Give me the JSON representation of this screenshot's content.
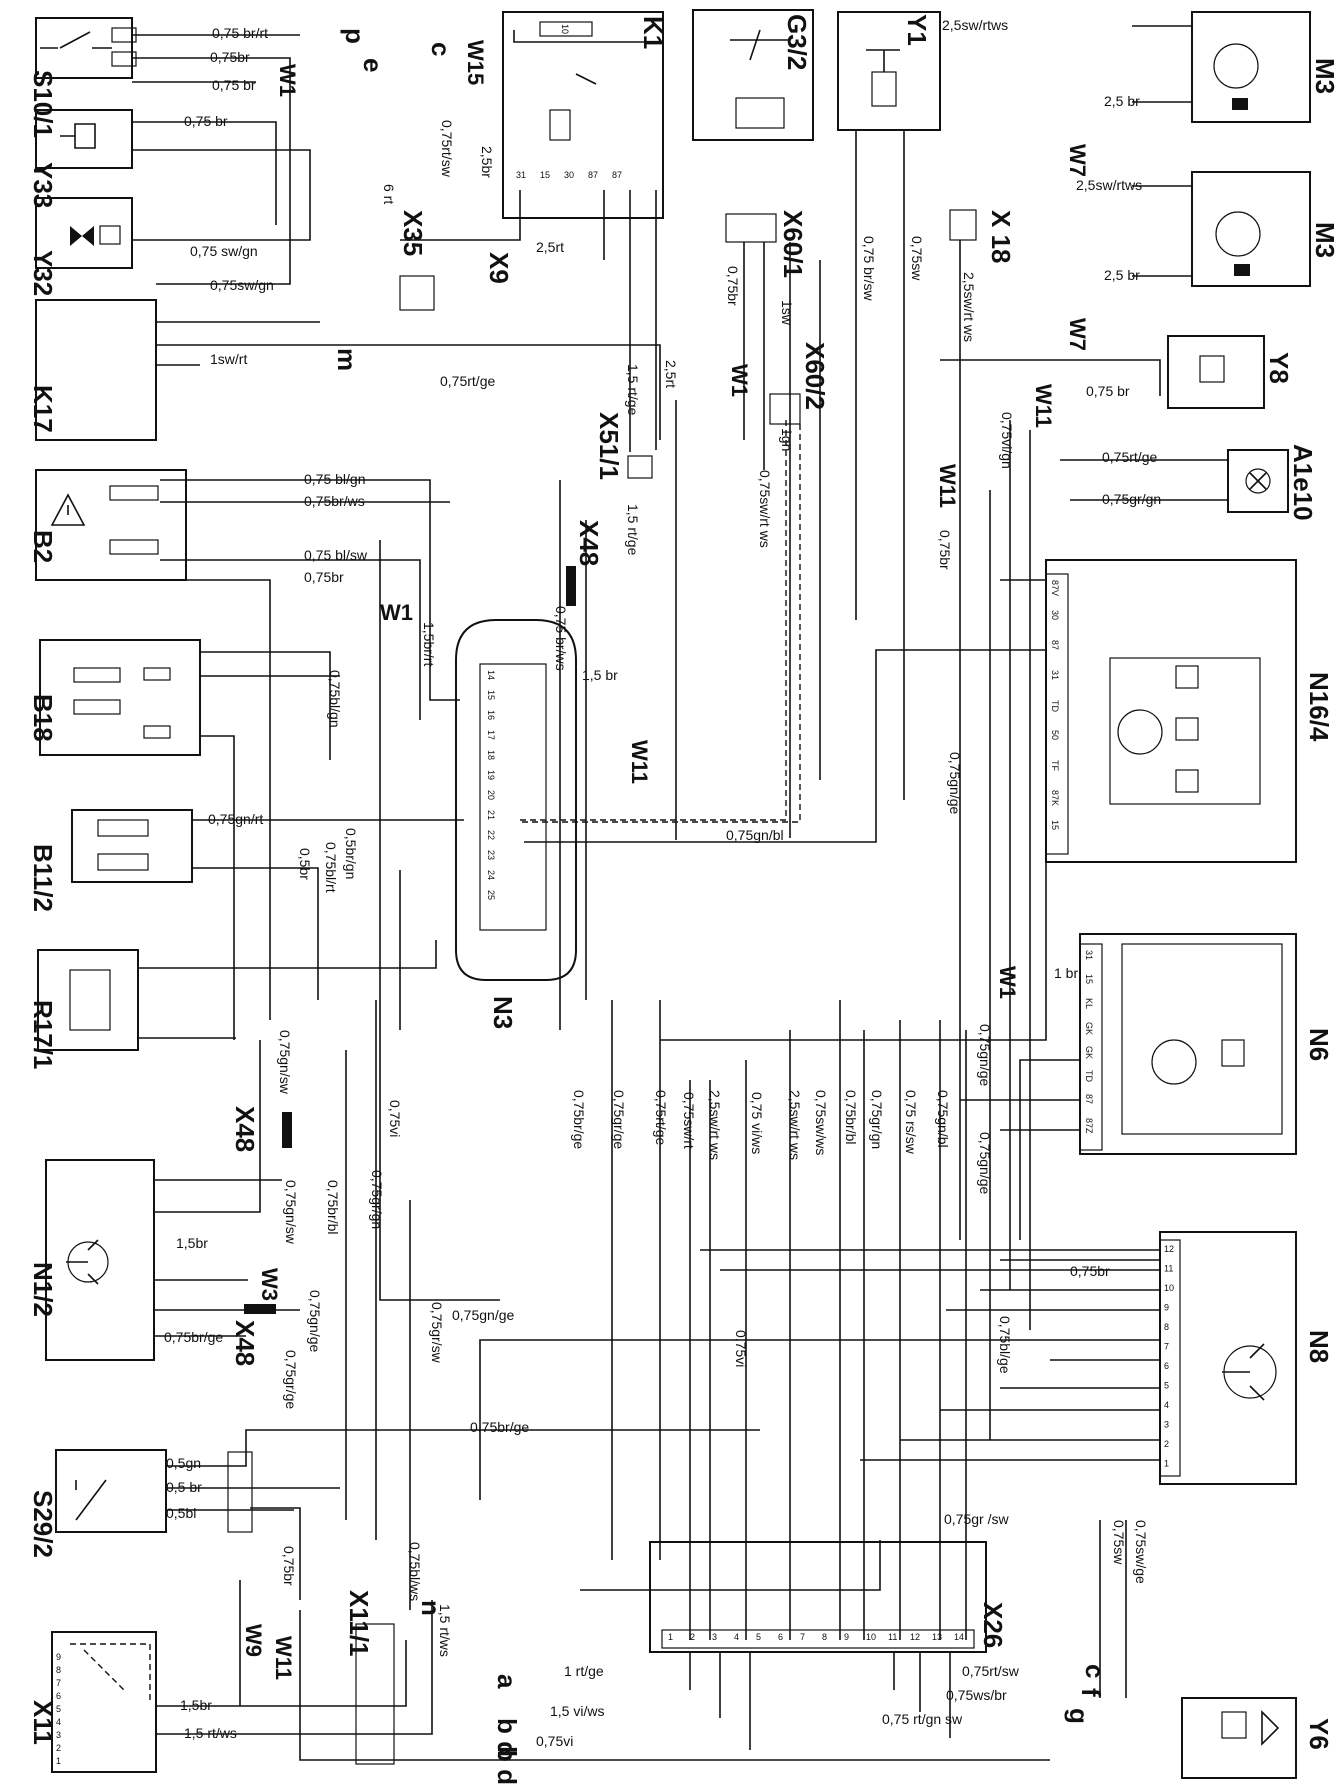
{
  "components": {
    "s10_1": "S10/1",
    "y33": "Y33",
    "y32": "Y32",
    "k17": "K17",
    "b2": "B2",
    "b18": "B18",
    "b11_2": "B11/2",
    "r17_1": "R17/1",
    "n1_2": "N1/2",
    "s29_2": "S29/2",
    "x11": "X11",
    "x11_1": "X11/1",
    "x26": "X26",
    "k1": "K1",
    "g3_2": "G3/2",
    "y1": "Y1",
    "m3_top": "M3",
    "m3_mid": "M3",
    "x18": "X 18",
    "y8": "Y8",
    "a1e10": "A1e10",
    "n16_4": "N16/4",
    "n6": "N6",
    "n8": "N8",
    "y6": "Y6",
    "x60_1": "X60/1",
    "x60_2": "X60/2",
    "x35": "X35",
    "x9": "X9",
    "x51_1": "X51/1",
    "x48_a": "X48",
    "x48_b": "X48",
    "x48_c": "X48",
    "n3": "N3",
    "w15": "W15",
    "w1_a": "W1",
    "w1_b": "W1",
    "w1_c": "W1",
    "w1_d": "W1",
    "w7_a": "W7",
    "w7_b": "W7",
    "w11_a": "W11",
    "w11_b": "W11",
    "w11_c": "W11",
    "w11_d": "W11",
    "w3": "W3",
    "w9": "W9"
  },
  "wires": {
    "s10_p": "0,75 br/rt",
    "s10_br1": "0,75br",
    "s10_br2": "0,75 br",
    "y33_br": "0,75 br",
    "y32_swgn": "0,75 sw/gn",
    "k17_swgn": "0,75sw/gn",
    "k17_swrt": "1sw/rt",
    "k17_rtge": "0,75rt/ge",
    "b2_blgn": "0,75 bl/gn",
    "b2_brws": "0,75br/ws",
    "b2_blsw": "0,75 bl/sw",
    "b2_br": "0,75br",
    "b18_blgn": "0,75bl/gn",
    "b11_gnrt": "0,75gn/rt",
    "b11_brgn": "0,5br/gn",
    "b11_blrt": "0,75bl/rt",
    "b11_br": "0,5br",
    "k1_rtsw": "0,75rt/sw",
    "k1_br": "2,5br",
    "k1_6rt": "6 rt",
    "x9_rt": "2,5rt",
    "x51_rtge1": "1,5 rt/ge",
    "x51_rt": "2,5rt",
    "x51_rtge2": "1,5 rt/ge",
    "x48_brws": "0,75 br/ws",
    "n3_brrt": "1,5br/rt",
    "n3_br": "1,5 br",
    "x60_br": "0,75br",
    "x60_sw": "1sw",
    "x60_1gn": "1gn",
    "x60_swrtws": "0,75sw/rt ws",
    "y1_brsw": "0,75 br/sw",
    "y1_sw": "0,75sw",
    "x18_swrtws": "2,5sw/rt ws",
    "m3_swrtws1": "2,5sw/rtws",
    "m3_br1": "2,5 br",
    "m3_swrtws2": "2,5sw/rtws",
    "m3_br2": "2,5 br",
    "y8_vign": "0,75vi/gn",
    "y8_br": "0,75 br",
    "a1_rtge": "0,75rt/ge",
    "a1_grgn": "0,75gr/gn",
    "w11_br": "0,75br",
    "n16_gnbl": "0,75gn/bl",
    "n16_gnge": "0,75gn/ge",
    "n6_br": "1 br",
    "n6_gnge": "0,75gn/ge",
    "n6_gnge2": "0,75gn/ge",
    "n1_gnsw": "0,75gn/sw",
    "n1_gnsw2": "0,75gn/sw",
    "n1_br": "1,5br",
    "n1_brge": "0,75br/ge",
    "n1_gnge": "0,75gn/ge",
    "n1_grge": "0,75gr/ge",
    "v_brbl": "0,75br/bl",
    "v_grgn": "0,75gr/gn",
    "v_vi": "0,75vi",
    "v_brge": "0,75br/ge",
    "v_grge": "0,75gr/ge",
    "v_rtge": "0,75rt/ge",
    "v_swrt": "0,75sw/rt",
    "v_swrtws": "2,5sw/rt ws",
    "v_viws": "0,75 vi/ws",
    "v_swrtws2": "2,5sw/rt ws",
    "v_swws": "0,75sw/ws",
    "v_brbl2": "0,75br/bl",
    "v_grgn2": "0,75gr/gn",
    "v_rssw": "0,75 rs/sw",
    "v_gnbl": "0,75gn/bl",
    "mid_gnge": "0,75gn/ge",
    "mid_vi": "0,75vi",
    "mid_grsw": "0,75gr/sw",
    "mid_brge": "0,75br/ge",
    "n8_br": "0,75br",
    "n8_blge": "0,75bl/ge",
    "n8_grsw": "0,75gr /sw",
    "s29_gn": "0,5gn",
    "s29_br": "0,5 br",
    "s29_bl": "0,5bl",
    "s29_br2": "0,75br",
    "x11_blws": "0,75bl/ws",
    "x11_rtws": "1,5 rt/ws",
    "x11_br": "1,5br",
    "x11_rtws2": "1,5 rt/ws",
    "x26_rtsw": "0,75rt/sw",
    "x26_wsbr": "0,75ws/br",
    "x26_rtgn": "0,75 rt/gn sw",
    "y6_swge": "0,75sw/ge",
    "y6_sw": "0,75sw",
    "bot_rtge": "1 rt/ge",
    "bot_viws": "1,5 vi/ws",
    "bot_vi": "0,75vi"
  },
  "destinations": {
    "p": "p",
    "c_top": "c",
    "e": "e",
    "m": "m",
    "n": "n",
    "a": "a",
    "bd1": "b d",
    "bd2": "b d",
    "c_bot": "c",
    "f": "f",
    "g": "g"
  },
  "n3_pins": [
    "14",
    "15",
    "16",
    "17",
    "18",
    "19",
    "20",
    "21",
    "22",
    "23",
    "24",
    "25"
  ],
  "x26_pins": [
    "1",
    "2",
    "3",
    "4",
    "5",
    "6",
    "7",
    "8",
    "9",
    "10",
    "11",
    "12",
    "13",
    "14"
  ],
  "n8_pins": [
    "12",
    "11",
    "10",
    "9",
    "8",
    "7",
    "6",
    "5",
    "4",
    "3",
    "2",
    "1"
  ],
  "n16_pins": [
    "87V",
    "30",
    "87",
    "31",
    "TD",
    "50",
    "TF",
    "87K",
    "15"
  ],
  "n6_pins": [
    "31",
    "15",
    "KL",
    "GK",
    "GK",
    "TD",
    "87",
    "87Z"
  ],
  "x11_pins": [
    "9",
    "8",
    "7",
    "6",
    "5",
    "4",
    "3",
    "2",
    "1"
  ],
  "k1_pins": [
    "31",
    "15",
    "30",
    "87",
    "87"
  ],
  "fuse": "10"
}
